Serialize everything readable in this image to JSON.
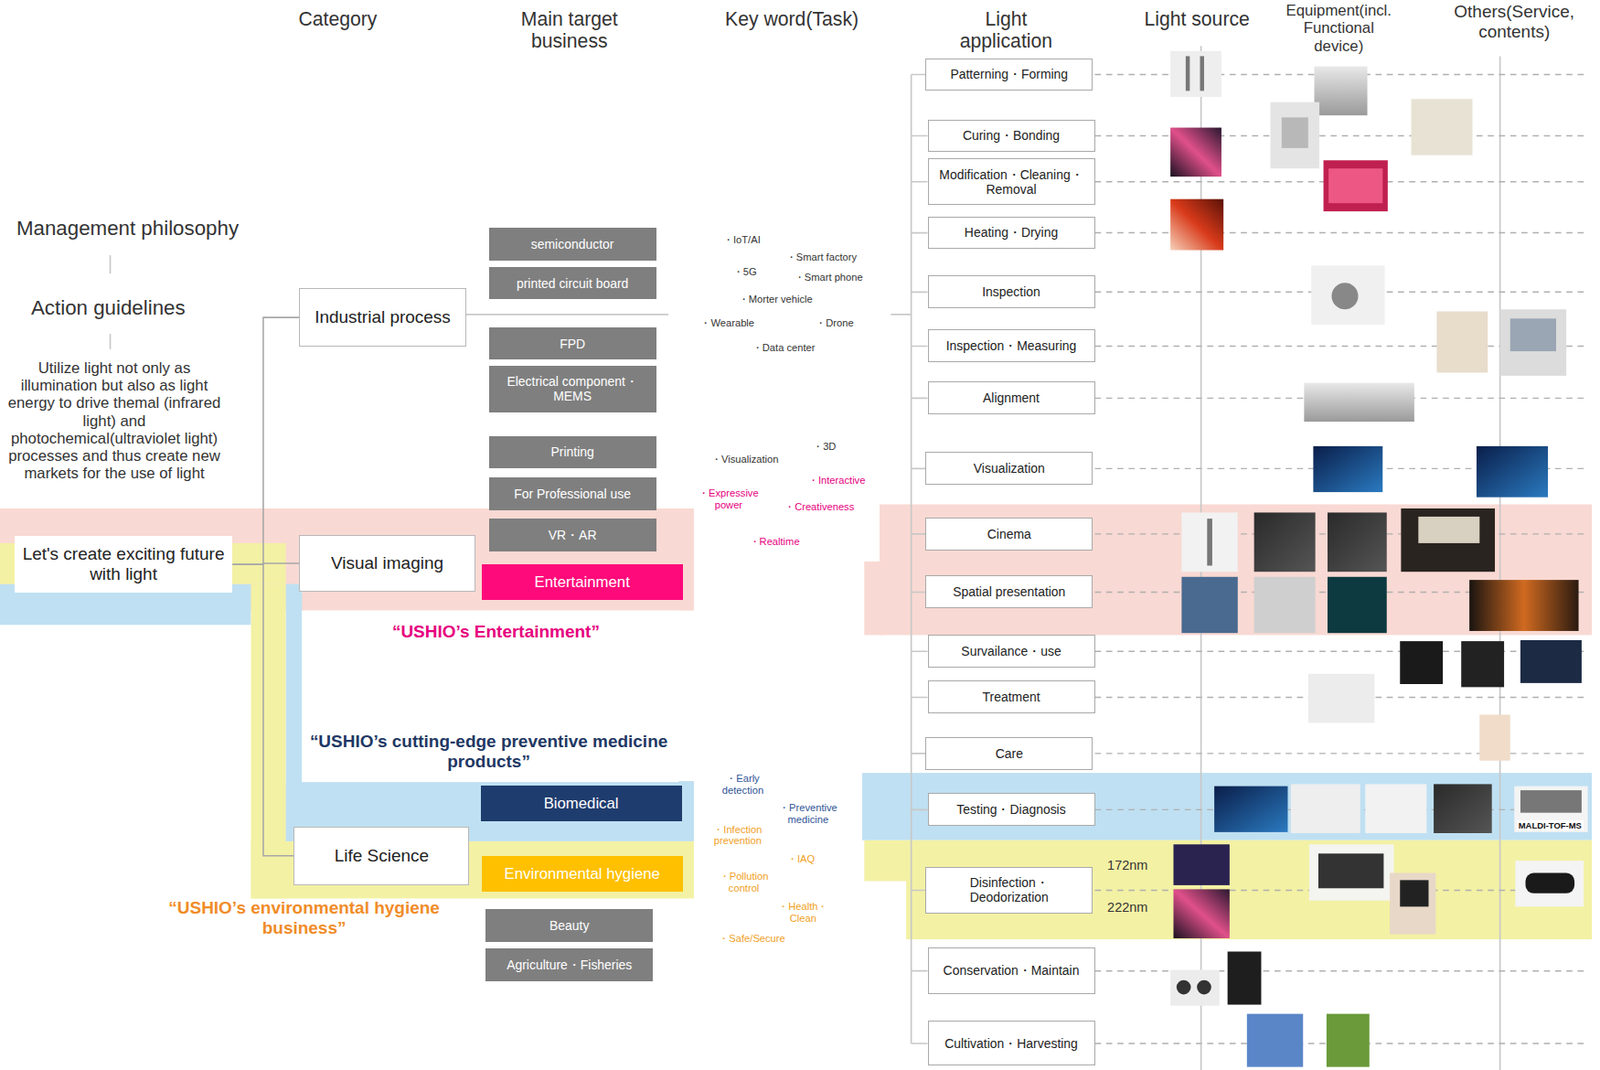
{
  "diagram": {
    "nodes": [
      {
        "text": [
          "Let's create exciting future with light"
        ]
      },
      {
        "text": [
          "Industrial process"
        ]
      },
      {
        "text": [
          "Visual imaging"
        ]
      },
      {
        "text": [
          "Life Science"
        ]
      },
      {
        "text": [
          "semiconductor"
        ]
      },
      {
        "text": [
          "printed circuit board"
        ]
      },
      {
        "text": [
          "FPD"
        ]
      },
      {
        "text": [
          "Electrical component・MEMS"
        ]
      },
      {
        "text": [
          "Printing"
        ]
      },
      {
        "text": [
          "For Professional use"
        ]
      },
      {
        "text": [
          "VR・AR"
        ]
      },
      {
        "text": [
          "Entertainment"
        ]
      },
      {
        "text": [
          "Biomedical"
        ]
      },
      {
        "text": [
          "Environmental hygiene"
        ]
      },
      {
        "text": [
          "Beauty"
        ]
      },
      {
        "text": [
          "Agriculture・Fisheries"
        ]
      },
      {
        "text": [
          "Patterning・Forming"
        ]
      },
      {
        "text": [
          "Curing・Bonding"
        ]
      },
      {
        "text": [
          "Modification・Cleaning・Removal"
        ]
      },
      {
        "text": [
          "Heating・Drying"
        ]
      },
      {
        "text": [
          "Inspection"
        ]
      },
      {
        "text": [
          "Inspection・Measuring"
        ]
      },
      {
        "text": [
          "Alignment"
        ]
      },
      {
        "text": [
          "Visualization"
        ]
      },
      {
        "text": [
          "Cinema"
        ]
      },
      {
        "text": [
          "Spatial presentation"
        ]
      },
      {
        "text": [
          "Survailance・use"
        ]
      },
      {
        "text": [
          "Treatment"
        ]
      },
      {
        "text": [
          "Care"
        ]
      },
      {
        "text": [
          "Testing・Diagnosis"
        ]
      },
      {
        "text": [
          "Disinfection・Deodorization"
        ]
      },
      {
        "text": [
          "Conservation・Maintain"
        ]
      },
      {
        "text": [
          "Cultivation・Harvesting"
        ]
      }
    ],
    "edges": [
      {
        "from": 0,
        "to": 1,
        "arrow": "none"
      },
      {
        "from": 0,
        "to": 2,
        "arrow": "none"
      },
      {
        "from": 0,
        "to": 3,
        "arrow": "none"
      }
    ],
    "labels": [
      "Category",
      "Main target business",
      "Key word(Task)",
      "Light application",
      "Light source",
      "Equipment(incl. Functional device)",
      "Others(Service, contents)",
      "Management philosophy",
      "Action guidelines",
      "Utilize light not only as illumination but also as light energy to drive themal (infrared light) and photochemical(ultraviolet light) processes and thus create new markets for the use of light",
      "“USHIO’s Entertainment”",
      "“USHIO’s cutting-edge preventive medicine products”",
      "“USHIO’s environmental hygiene business”",
      "・IoT/AI",
      "・Smart factory",
      "・5G",
      "・Smart phone",
      "・Morter vehicle",
      "・Wearable",
      "・Drone",
      "・Data center",
      "・3D",
      "・Visualization",
      "・Interactive",
      "・Expressive power",
      "・Creativeness",
      "・Realtime",
      "・Early detection",
      "・Preventive medicine",
      "・Infection prevention",
      "・IAQ",
      "・Pollution control",
      "・Health・Clean",
      "・Safe/Secure",
      "172nm",
      "222nm",
      "MALDI-TOF-MS"
    ]
  }
}
